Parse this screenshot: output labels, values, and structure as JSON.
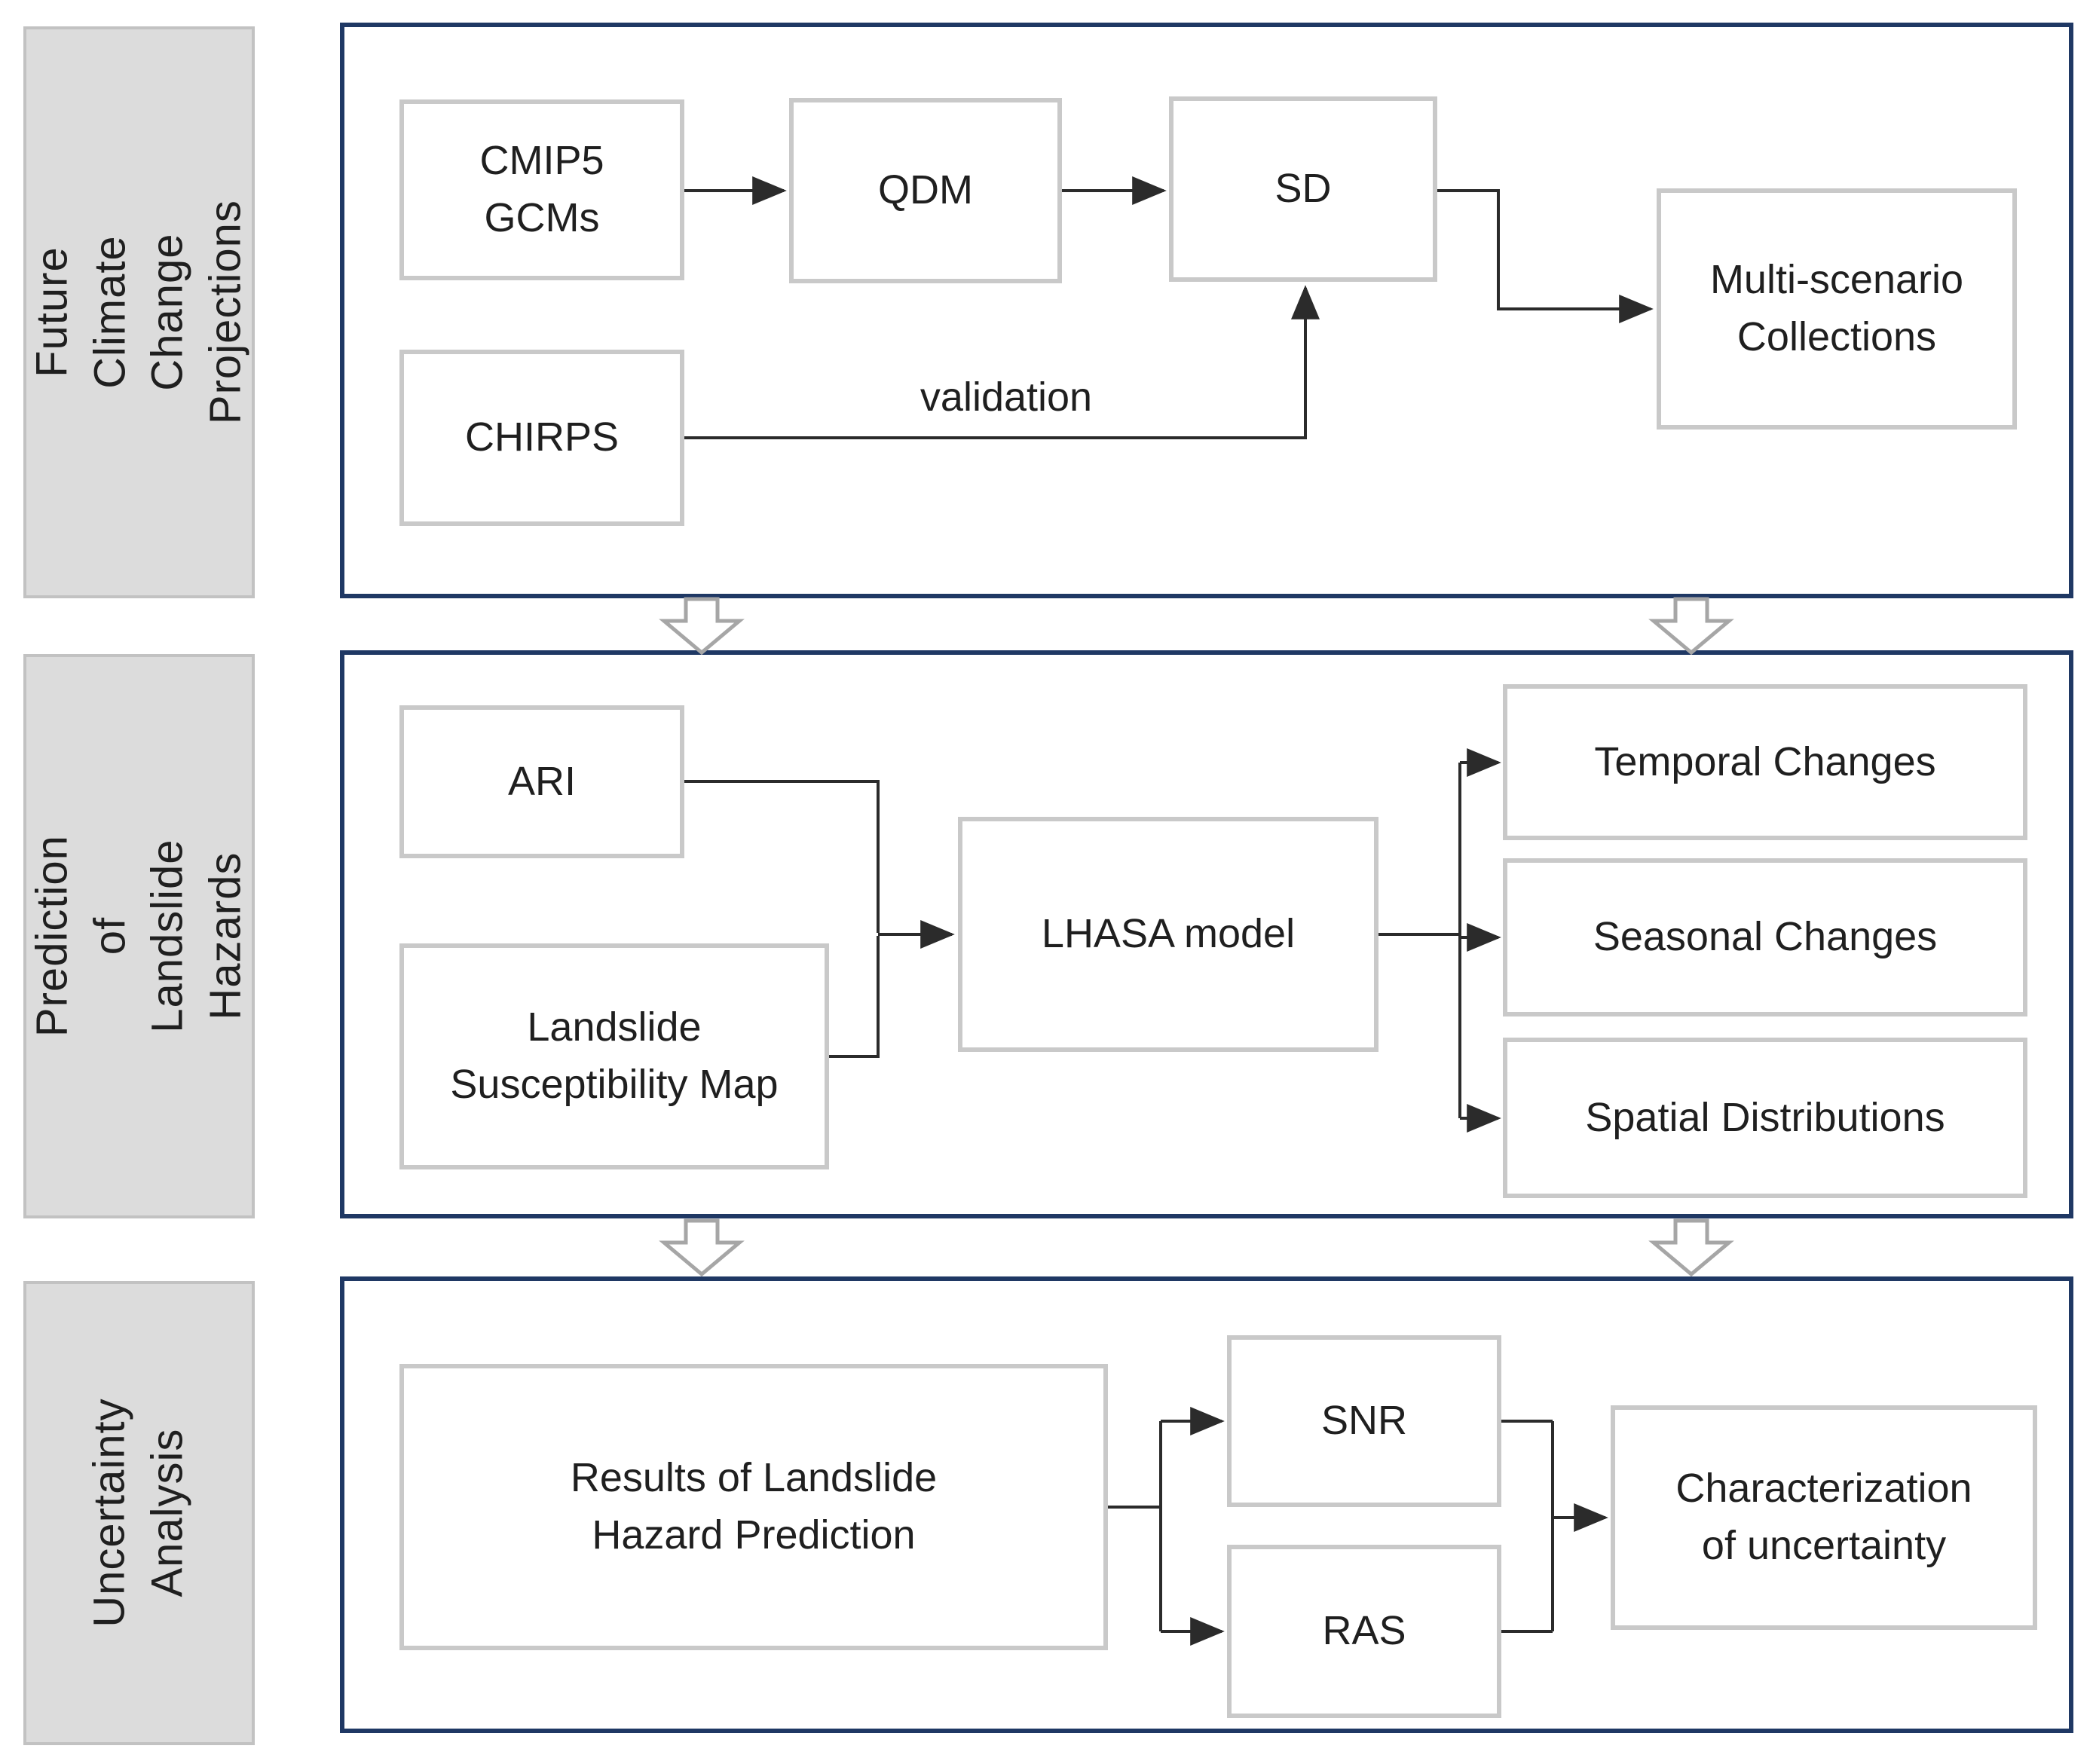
{
  "sidebar": {
    "items": [
      {
        "label": "Future Climate\nChange Projections"
      },
      {
        "label": "Prediction of\nLandslide Hazards"
      },
      {
        "label": "Uncertainty\nAnalysis"
      }
    ]
  },
  "section1": {
    "boxes": {
      "cmip5": {
        "label": "CMIP5\nGCMs"
      },
      "qdm": {
        "label": "QDM"
      },
      "sd": {
        "label": "SD"
      },
      "chirps": {
        "label": "CHIRPS"
      },
      "multi": {
        "label": "Multi-scenario\nCollections"
      }
    },
    "validation_label": "validation"
  },
  "section2": {
    "boxes": {
      "ari": {
        "label": "ARI"
      },
      "lsm": {
        "label": "Landslide\nSusceptibility Map"
      },
      "lhasa": {
        "label": "LHASA model"
      },
      "temporal": {
        "label": "Temporal Changes"
      },
      "seasonal": {
        "label": "Seasonal Changes"
      },
      "spatial": {
        "label": "Spatial Distributions"
      }
    }
  },
  "section3": {
    "boxes": {
      "results": {
        "label": "Results of Landslide\nHazard Prediction"
      },
      "snr": {
        "label": "SNR"
      },
      "ras": {
        "label": "RAS"
      },
      "characterization": {
        "label": "Characterization\nof uncertainty"
      }
    }
  },
  "colors": {
    "section_border": "#1F3864",
    "box_border": "#C9C9C9",
    "sidebar_fill": "#DCDCDC",
    "sidebar_border": "#C2C2C2",
    "connector": "#2B2B2B",
    "block_arrow_stroke": "#A6A6A6",
    "text": "#1F1F1F"
  }
}
